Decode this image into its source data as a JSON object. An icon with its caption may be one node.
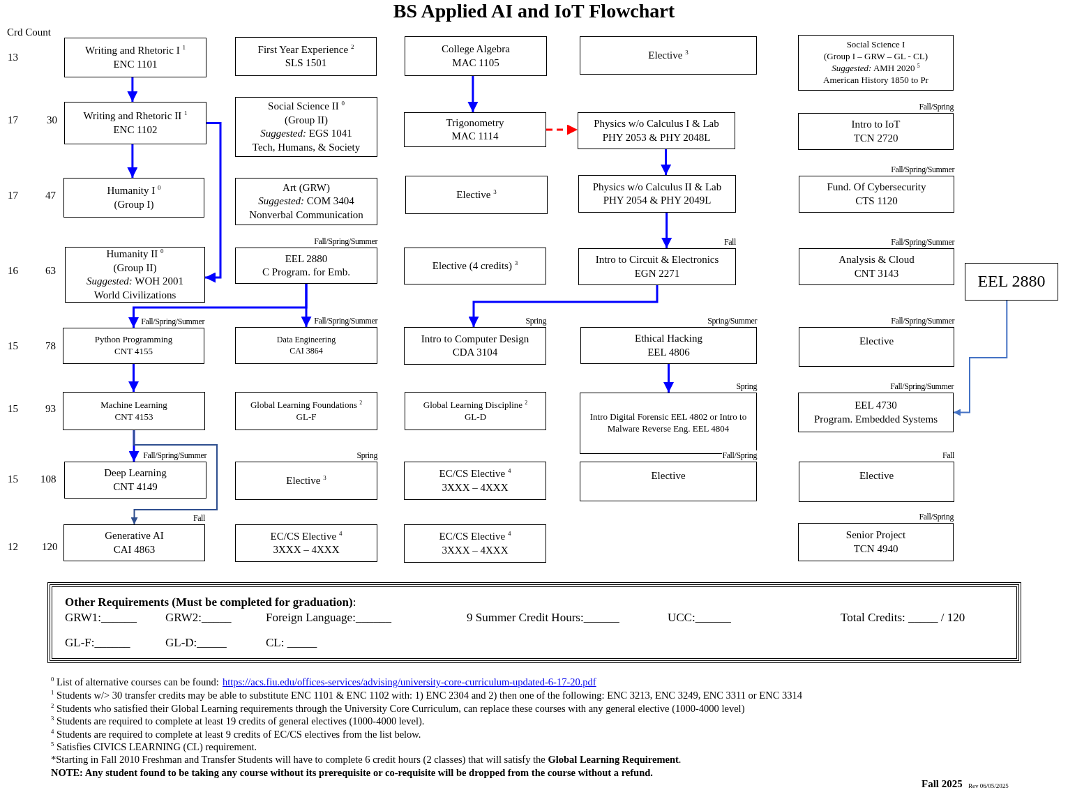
{
  "diagram": {
    "title": "BS Applied AI and IoT Flowchart",
    "nodes": [
      {
        "text": [
          "Writing and Rhetoric I $^{1}$",
          "ENC 1101"
        ]
      },
      {
        "text": [
          "First Year Experience $^{2}$",
          "SLS 1501"
        ]
      },
      {
        "text": [
          "College Algebra",
          "MAC 1105"
        ]
      },
      {
        "text": [
          "Elective $^{3}$"
        ]
      },
      {
        "text": [
          "Social Science I",
          "(Group I – GRW – GL - CL)",
          "*Suggested:* AMH 2020 $^{5}$",
          "American History 1850 to Pr"
        ]
      },
      {
        "text": [
          "Writing and Rhetoric II $^{1}$",
          "ENC 1102"
        ]
      },
      {
        "text": [
          "Social Science II $^{0}$",
          "(Group II)",
          "*Suggested:* EGS 1041",
          "Tech, Humans, & Society"
        ]
      },
      {
        "text": [
          "Trigonometry",
          "MAC 1114"
        ]
      },
      {
        "text": [
          "Physics w/o Calculus I & Lab",
          "PHY 2053 & PHY 2048L"
        ]
      },
      {
        "text": [
          "Intro to IoT",
          "TCN 2720"
        ],
        "beside": [
          "Fall/Spring"
        ]
      },
      {
        "text": [
          "Humanity I $^{0}$",
          "(Group I)"
        ]
      },
      {
        "text": [
          "Art (GRW)",
          "*Suggested:* COM 3404",
          "Nonverbal Communication"
        ]
      },
      {
        "text": [
          "Elective $^{3}$"
        ]
      },
      {
        "text": [
          "Physics w/o Calculus II & Lab",
          "PHY 2054 & PHY 2049L"
        ]
      },
      {
        "text": [
          "Fund. Of Cybersecurity",
          "CTS 1120"
        ],
        "beside": [
          "Fall/Spring/Summer"
        ]
      },
      {
        "text": [
          "Humanity II $^{0}$",
          "(Group II)",
          "*Suggested:* WOH 2001",
          "World Civilizations"
        ]
      },
      {
        "text": [
          "EEL 2880",
          "C Program. for Emb."
        ],
        "beside": [
          "Fall/Spring/Summer"
        ]
      },
      {
        "text": [
          "Elective (4 credits) $^{3}$"
        ]
      },
      {
        "text": [
          "Intro to Circuit & Electronics",
          "EGN 2271"
        ],
        "beside": [
          "Fall"
        ]
      },
      {
        "text": [
          "Analysis & Cloud",
          "CNT 3143"
        ],
        "beside": [
          "Fall/Spring/Summer"
        ]
      },
      {
        "text": [
          "EEL 2880"
        ]
      },
      {
        "text": [
          "Python Programming",
          "CNT 4155"
        ],
        "beside": [
          "Fall/Spring/Summer"
        ]
      },
      {
        "text": [
          "Data Engineering",
          "CAI 3864"
        ],
        "beside": [
          "Fall/Spring/Summer"
        ]
      },
      {
        "text": [
          "Intro to Computer Design",
          "CDA 3104"
        ],
        "beside": [
          "Spring"
        ]
      },
      {
        "text": [
          "Ethical Hacking",
          "EEL 4806"
        ],
        "beside": [
          "Spring/Summer"
        ]
      },
      {
        "text": [
          "Elective"
        ],
        "beside": [
          "Fall/Spring/Summer"
        ]
      },
      {
        "text": [
          "Machine Learning",
          "CNT 4153"
        ]
      },
      {
        "text": [
          "Global Learning Foundations $^{2}$",
          "GL-F"
        ]
      },
      {
        "text": [
          "Global Learning Discipline $^{2}$",
          "GL-D"
        ]
      },
      {
        "text": [
          "Intro Digital Forensic EEL 4802 or Intro to Malware Reverse Eng. EEL 4804"
        ],
        "beside": [
          "Spring"
        ]
      },
      {
        "text": [
          "EEL 4730",
          "Program. Embedded Systems"
        ],
        "beside": [
          "Fall/Spring/Summer"
        ]
      },
      {
        "text": [
          "Deep Learning",
          "CNT 4149"
        ],
        "beside": [
          "Fall/Spring/Summer"
        ]
      },
      {
        "text": [
          "Elective $^{3}$"
        ],
        "beside": [
          "Spring"
        ]
      },
      {
        "text": [
          "EC/CS Elective $^{4}$",
          "3XXX – 4XXX"
        ]
      },
      {
        "text": [
          "Elective"
        ],
        "beside": [
          "Fall/Spring"
        ]
      },
      {
        "text": [
          "Elective"
        ],
        "beside": [
          "Fall"
        ]
      },
      {
        "text": [
          "Generative AI",
          "CAI 4863"
        ],
        "beside": [
          "Fall"
        ]
      },
      {
        "text": [
          "EC/CS Elective $^{4}$",
          "3XXX – 4XXX"
        ]
      },
      {
        "text": [
          "EC/CS Elective $^{4}$",
          "3XXX – 4XXX"
        ]
      },
      {
        "text": [
          "Senior Project",
          "TCN 4940"
        ],
        "beside": [
          "Fall/Spring"
        ]
      },
      {
        "text": [
          "**Other Requirements (Must be completed for graduation)**:",
          "GRW1:______",
          "GRW2:_____",
          "Foreign Language:______",
          "9 Summer Credit Hours:______",
          "UCC:______",
          "Total Credits: _____ / 120",
          "GL-F:______",
          "GL-D:_____",
          "CL: _____"
        ]
      }
    ],
    "edges": [
      {
        "from": 0,
        "to": 5,
        "arrow": "to"
      },
      {
        "from": 5,
        "to": 10,
        "arrow": "to"
      },
      {
        "from": 5,
        "to": 15,
        "arrow": "to"
      },
      {
        "from": 2,
        "to": 7,
        "arrow": "to"
      },
      {
        "from": 7,
        "to": 8,
        "arrow": "to",
        "style": "dashed",
        "color": "#ff0000"
      },
      {
        "from": 8,
        "to": 13,
        "arrow": "to"
      },
      {
        "from": 13,
        "to": 18,
        "arrow": "to"
      },
      {
        "from": 18,
        "to": 23,
        "arrow": "to"
      },
      {
        "from": 16,
        "to": 21,
        "arrow": "to"
      },
      {
        "from": 16,
        "to": 22,
        "arrow": "to"
      },
      {
        "from": 21,
        "to": 26,
        "arrow": "to"
      },
      {
        "from": 26,
        "to": 31,
        "arrow": "to"
      },
      {
        "from": 26,
        "to": 36,
        "arrow": "to",
        "color": "#2f4f8f"
      },
      {
        "from": 24,
        "to": 29,
        "arrow": "to"
      },
      {
        "from": 20,
        "to": 30,
        "arrow": "to",
        "color": "#4472c4"
      }
    ],
    "labels": [
      "Crd Count",
      "13",
      "17",
      "30",
      "17",
      "47",
      "16",
      "63",
      "15",
      "78",
      "15",
      "93",
      "15",
      "108",
      "12",
      "120",
      "$^{0}$ List of alternative courses can be found:",
      "https://acs.fiu.edu/offices-services/advising/university-core-curriculum-updated-6-17-20.pdf",
      "$^{1}$ Students w/> 30 transfer credits may be able to substitute ENC 1101 & ENC 1102 with: 1) ENC 2304 and 2) then one of the following: ENC 3213, ENC 3249, ENC 3311 or ENC 3314",
      "$^{2}$ Students who satisfied their Global Learning requirements through the University Core Curriculum, can replace these courses with any general elective (1000-4000 level)",
      "$^{3}$ Students are required to complete at least 19 credits of general electives (1000-4000 level).",
      "$^{4}$ Students are required to complete at least 9 credits of EC/CS electives from the list below.",
      "$^{5}$ Satisfies CIVICS LEARNING (CL) requirement.",
      "*Starting in Fall 2010 Freshman and Transfer Students will have to complete 6 credit hours (2 classes) that will satisfy the **Global Learning Requirement**.",
      "NOTE: Any student found to be taking any course without its prerequisite or co-requisite will be dropped from the course without a refund.",
      "Fall 2025",
      "Rev 06/05/2025"
    ]
  }
}
